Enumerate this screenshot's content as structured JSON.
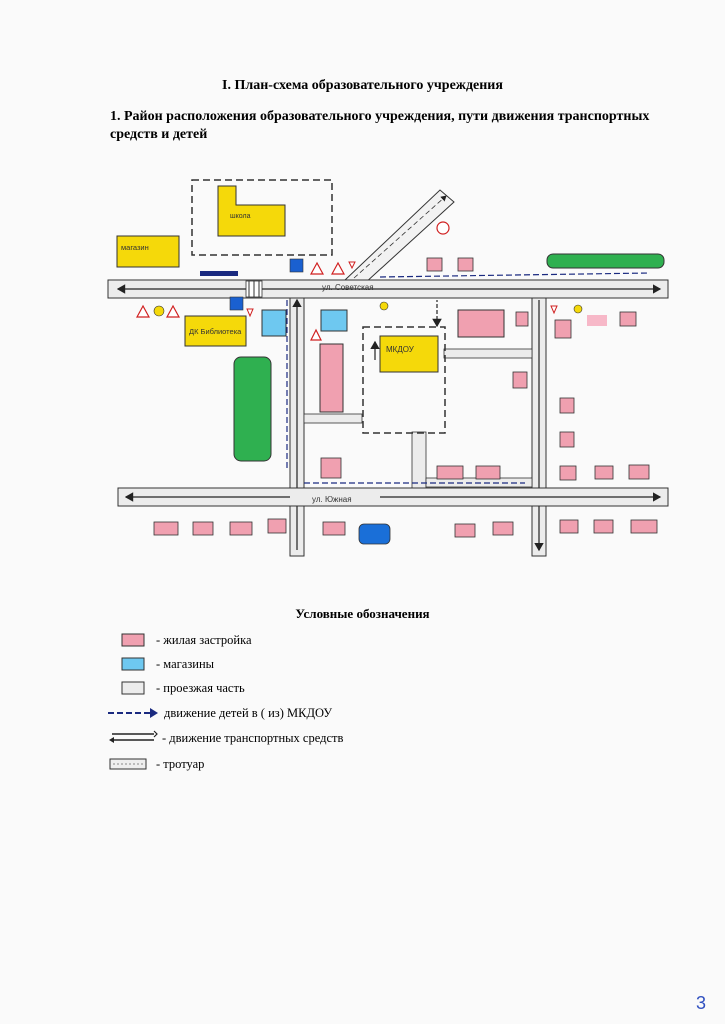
{
  "header": {
    "title": "I. План-схема образовательного учреждения",
    "subtitle": "1. Район расположения образовательного учреждения, пути движения транспортных средств и детей"
  },
  "map": {
    "labels": {
      "school": "школа",
      "shop": "магазин",
      "library": "ДК Библиотека",
      "kindergarten": "МКДОУ",
      "street_sovetskaya": "ул. Советская",
      "street_yuzhnaya": "ул. Южная"
    },
    "colors": {
      "building_yellow": "#f5d90a",
      "residential": "#f0a0b0",
      "shop_blue": "#6ec8f0",
      "park_green": "#2fb050",
      "pond_blue": "#1a6fd8",
      "road_gray": "#e8e8e8"
    }
  },
  "legend": {
    "title": "Условные обозначения",
    "items": [
      {
        "label": "- жилая застройка",
        "icon": "residential-swatch"
      },
      {
        "label": "- магазины",
        "icon": "shop-swatch"
      },
      {
        "label": "- проезжая часть",
        "icon": "roadway-swatch"
      },
      {
        "label": "движение детей в ( из) МКДОУ",
        "icon": "children-route-arrow"
      },
      {
        "label": "- движение транспортных средств",
        "icon": "vehicle-route-arrow"
      },
      {
        "label": "- тротуар",
        "icon": "sidewalk-swatch"
      }
    ]
  },
  "page_number": "3"
}
